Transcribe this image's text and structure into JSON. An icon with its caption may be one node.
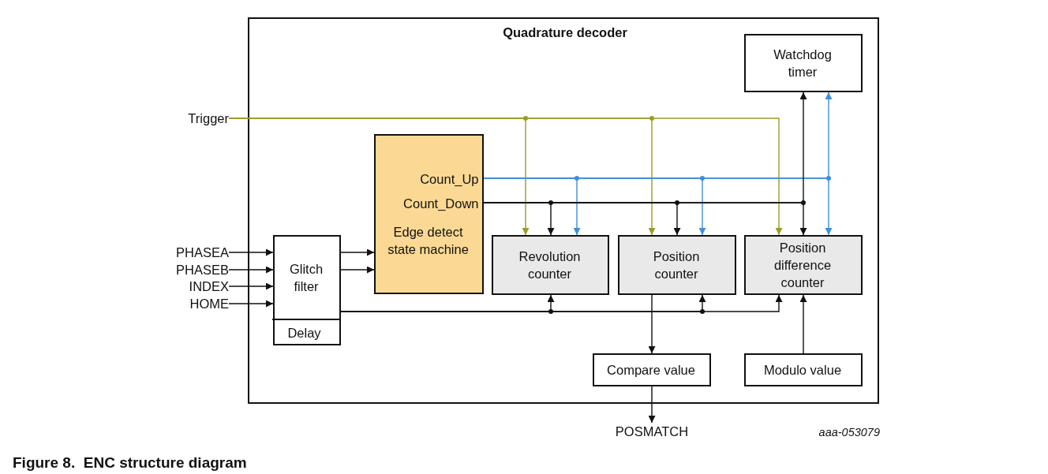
{
  "diagram": {
    "caption": "Figure 8.  ENC structure diagram",
    "nodes": [
      {
        "text": [
          "Quadrature decoder"
        ]
      },
      {
        "text": [
          "Watchdog timer"
        ],
        "in": 0
      },
      {
        "text": [
          "Count_Up",
          "Count_Down",
          "Edge detect state machine"
        ],
        "in": 0
      },
      {
        "text": [
          "Glitch filter"
        ],
        "in": 0
      },
      {
        "text": [
          "Delay"
        ],
        "in": 3
      },
      {
        "text": [
          "Revolution counter"
        ],
        "in": 0
      },
      {
        "text": [
          "Position counter"
        ],
        "in": 0
      },
      {
        "text": [
          "Position difference counter"
        ],
        "in": 0
      },
      {
        "text": [
          "Compare value"
        ],
        "in": 0
      },
      {
        "text": [
          "Modulo value"
        ],
        "in": 0
      },
      {
        "text": [
          "Trigger"
        ]
      },
      {
        "text": [
          "PHASEA"
        ]
      },
      {
        "text": [
          "PHASEB"
        ]
      },
      {
        "text": [
          "INDEX"
        ]
      },
      {
        "text": [
          "HOME"
        ]
      },
      {
        "text": [
          "POSMATCH"
        ]
      }
    ],
    "edges": [
      {
        "from": 10,
        "to": 5,
        "arrow": "to",
        "color": "#9a9c2a"
      },
      {
        "from": 10,
        "to": 6,
        "arrow": "to",
        "color": "#9a9c2a"
      },
      {
        "from": 10,
        "to": 7,
        "arrow": "to",
        "color": "#9a9c2a"
      },
      {
        "from": 11,
        "to": 3,
        "arrow": "to"
      },
      {
        "from": 12,
        "to": 3,
        "arrow": "to"
      },
      {
        "from": 13,
        "to": 3,
        "arrow": "to"
      },
      {
        "from": 14,
        "to": 3,
        "arrow": "to"
      },
      {
        "from": 3,
        "to": 2,
        "arrow": "to"
      },
      {
        "from": 3,
        "to": 2,
        "arrow": "to"
      },
      {
        "from": 2,
        "to": 5,
        "arrow": "to",
        "color": "#3f8fd8"
      },
      {
        "from": 2,
        "to": 6,
        "arrow": "to",
        "color": "#3f8fd8"
      },
      {
        "from": 2,
        "to": 7,
        "arrow": "to",
        "color": "#3f8fd8"
      },
      {
        "from": 2,
        "to": 1,
        "arrow": "to",
        "color": "#3f8fd8"
      },
      {
        "from": 2,
        "to": 5,
        "arrow": "to"
      },
      {
        "from": 2,
        "to": 6,
        "arrow": "to"
      },
      {
        "from": 2,
        "to": 7,
        "arrow": "to"
      },
      {
        "from": 2,
        "to": 1,
        "arrow": "to"
      },
      {
        "from": 3,
        "to": 5,
        "arrow": "to"
      },
      {
        "from": 3,
        "to": 6,
        "arrow": "to"
      },
      {
        "from": 3,
        "to": 7,
        "arrow": "to"
      },
      {
        "from": 6,
        "to": 8,
        "arrow": "to"
      },
      {
        "from": 9,
        "to": 7,
        "arrow": "to"
      },
      {
        "from": 8,
        "to": 15,
        "arrow": "to"
      }
    ],
    "labels": [
      "aaa-053079"
    ]
  }
}
